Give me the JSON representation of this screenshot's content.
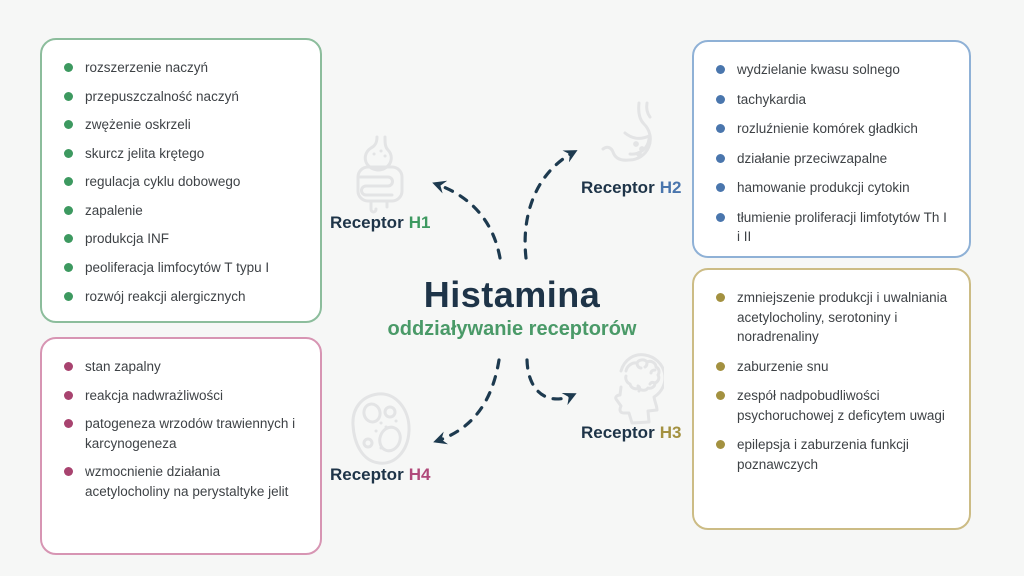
{
  "page": {
    "title": "Histamina",
    "subtitle": "oddziaływanie receptorów"
  },
  "colors": {
    "background": "#f6f7f6",
    "title_navy": "#1e3448",
    "subtitle_green": "#4a9a68",
    "arrow_navy": "#1d3a4f",
    "h1_green": "#3d9960",
    "h2_blue": "#4a76ad",
    "h3_gold": "#a39140",
    "h4_pink": "#b0497a",
    "box_border_green": "#8cbd9c",
    "box_border_blue": "#8fb1d6",
    "box_border_gold": "#ccbc85",
    "box_border_pink": "#d795b3"
  },
  "receptors": {
    "h1": {
      "label": "Receptor",
      "code": "H1",
      "icon": "intestine-icon",
      "items": [
        "rozszerzenie naczyń",
        "przepuszczalność naczyń",
        "zwężenie oskrzeli",
        "skurcz jelita krętego",
        "regulacja cyklu dobowego",
        "zapalenie",
        "produkcja INF",
        "peoliferacja limfocytów T typu I",
        "rozwój reakcji alergicznych"
      ]
    },
    "h2": {
      "label": "Receptor",
      "code": "H2",
      "icon": "stomach-icon",
      "items": [
        "wydzielanie kwasu solnego",
        "tachykardia",
        "rozluźnienie komórek gładkich",
        "działanie przeciwzapalne",
        "hamowanie produkcji cytokin",
        "tłumienie proliferacji limfotytów Th I i II"
      ]
    },
    "h3": {
      "label": "Receptor",
      "code": "H3",
      "icon": "brain-head-icon",
      "items": [
        "zmniejszenie produkcji i uwalniania acetylocholiny, serotoniny i noradrenaliny",
        "zaburzenie snu",
        "zespół nadpobudliwości psychoruchowej z deficytem uwagi",
        "epilepsja i zaburzenia funkcji poznawczych"
      ]
    },
    "h4": {
      "label": "Receptor",
      "code": "H4",
      "icon": "cell-icon",
      "items": [
        "stan zapalny",
        "reakcja nadwrażliwości",
        "patogeneza wrzodów trawiennych i karcynogeneza",
        "wzmocnienie działania acetylocholiny na perystaltyke jelit"
      ]
    }
  }
}
